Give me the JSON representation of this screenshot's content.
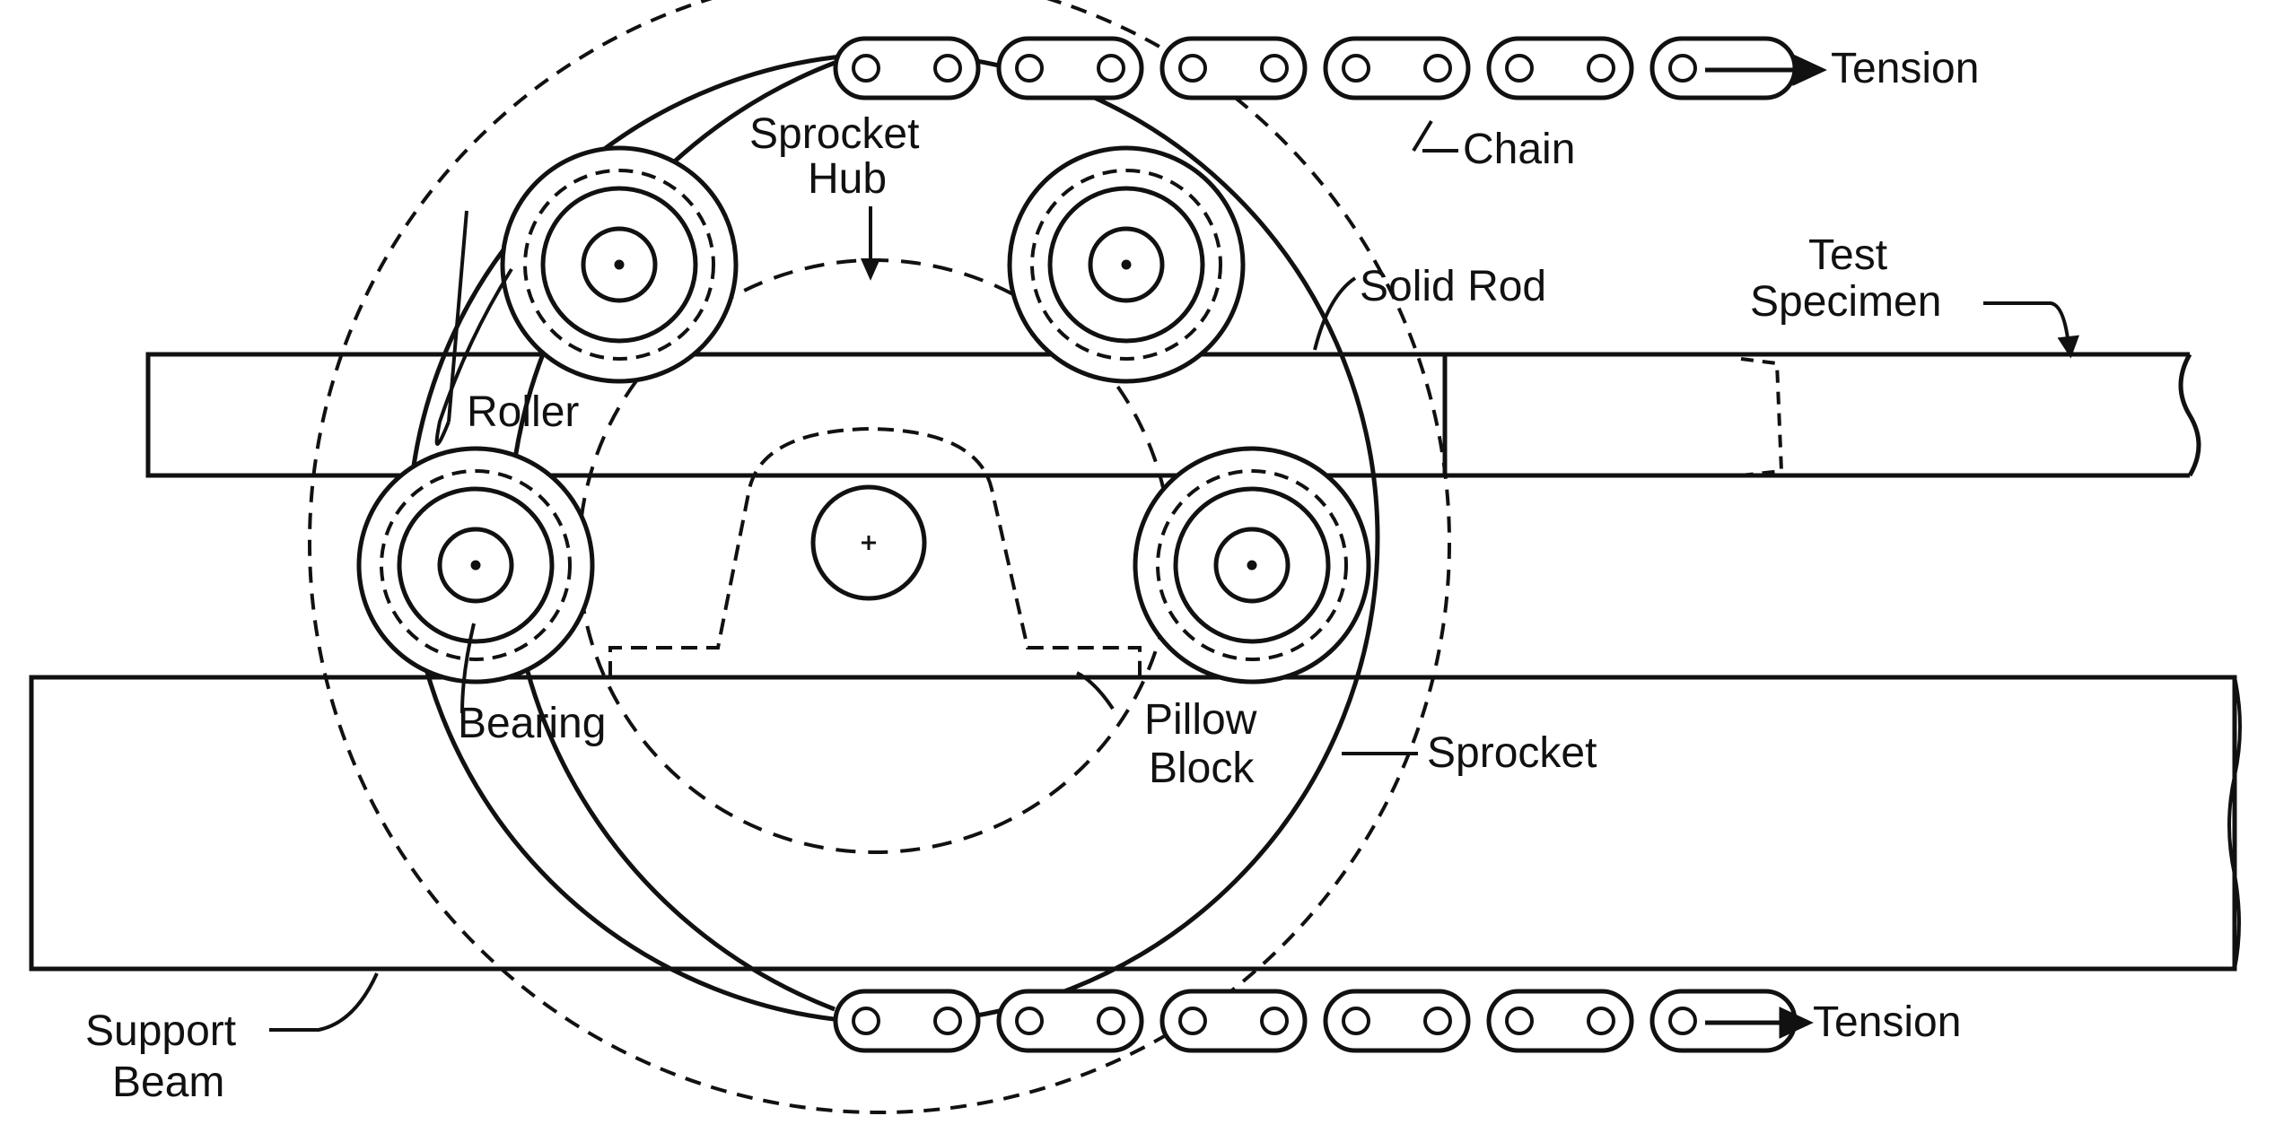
{
  "colors": {
    "ink": "#111111",
    "paper": "#ffffff"
  },
  "labels": {
    "tension_top": "Tension",
    "chain": "Chain",
    "sprocket_hub_line1": "Sprocket",
    "sprocket_hub_line2": "Hub",
    "solid_rod": "Solid Rod",
    "test_specimen_line1": "Test",
    "test_specimen_line2": "Specimen",
    "roller": "Roller",
    "bearing": "Bearing",
    "pillow_block_line1": "Pillow",
    "pillow_block_line2": "Block",
    "sprocket": "Sprocket",
    "support_beam_line1": "Support",
    "support_beam_line2": "Beam",
    "tension_bottom": "Tension"
  }
}
